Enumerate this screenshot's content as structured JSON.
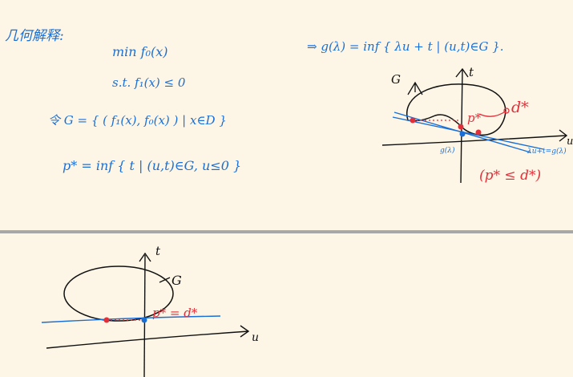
{
  "top_panel": {
    "heading": "几何解释:",
    "objective": "min f₀(x)",
    "constraint": "s.t.  f₁(x) ≤ 0",
    "set_def": "令 G = { ( f₁(x), f₀(x) ) | x∈D }",
    "pstar_def": "p* = inf { t | (u,t)∈G, u≤0 }",
    "dual_def": "⇒ g(λ) = inf { λu + t | (u,t)∈G }.",
    "graph": {
      "axis_t": "t",
      "axis_u": "u",
      "set_label": "G",
      "pstar_label": "p*",
      "dstar_label": "d*",
      "g_label": "g(λ)",
      "line_label": "λu+t=g(λ)",
      "inequality": "(p* ≤ d*)"
    }
  },
  "bottom_panel": {
    "axis_t": "t",
    "axis_u": "u",
    "set_label": "G",
    "equality": "p* = d*"
  },
  "colors": {
    "paper": "#fdf6e6",
    "ink": "#111111",
    "blue": "#1a6fd6",
    "red": "#e0303a",
    "divider": "#a8a8a8"
  }
}
